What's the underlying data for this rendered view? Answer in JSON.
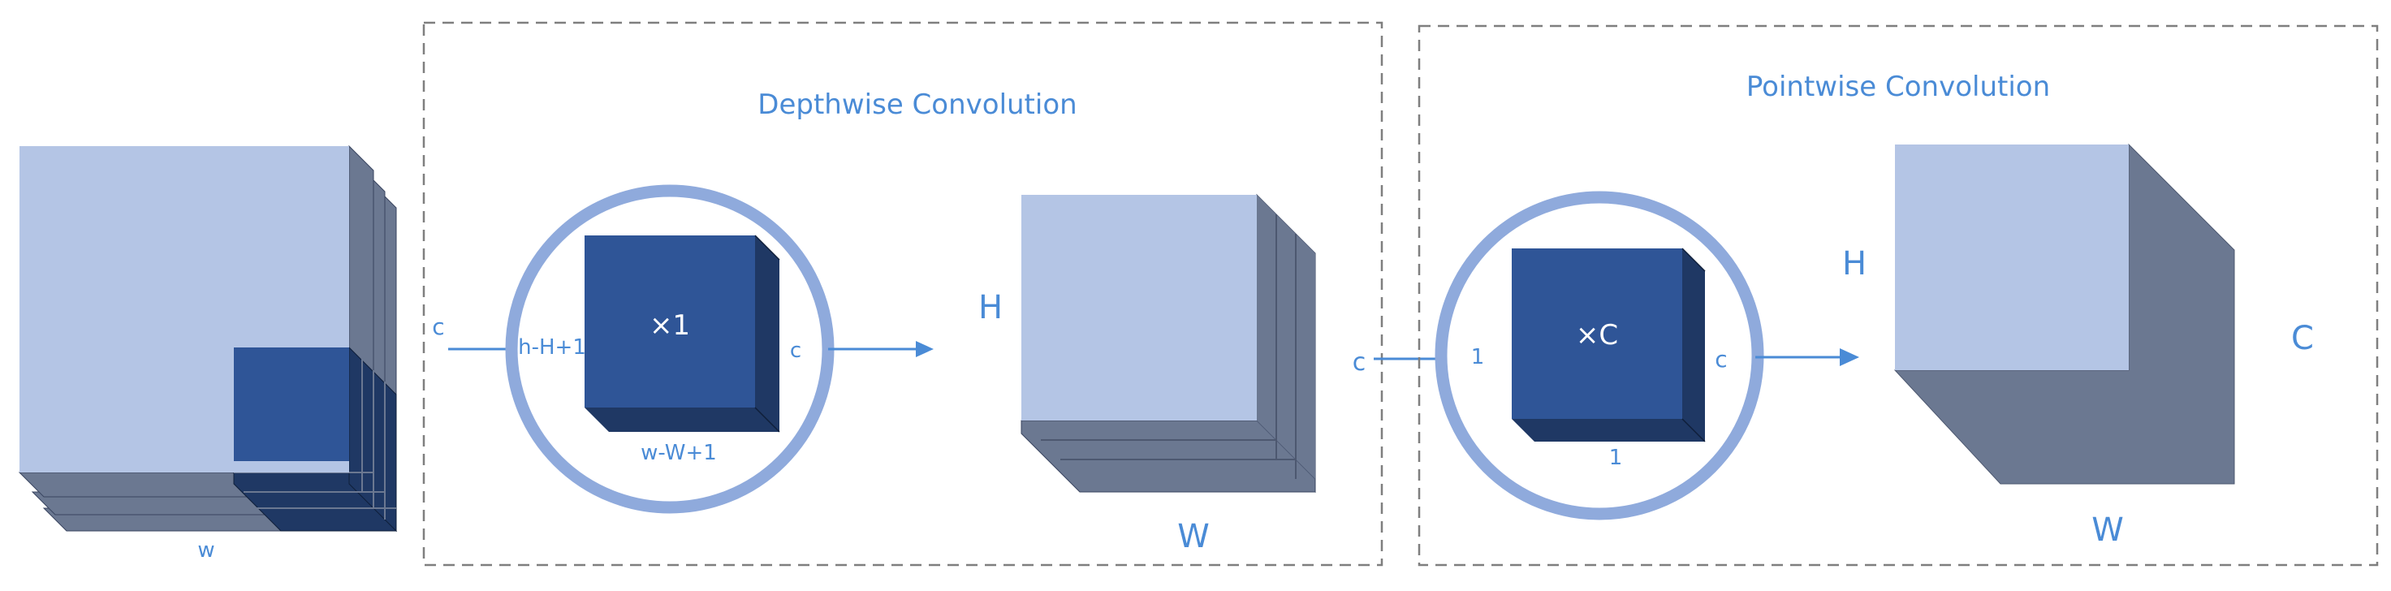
{
  "colors": {
    "light_face": "#b4c5e5",
    "dark_blue": "#2f5597",
    "navy": "#1f3864",
    "gray_side": "#6b7891",
    "label": "#4a8bd6",
    "circle": "#8faadc",
    "dashed_border": "#7f7f7f"
  },
  "input": {
    "width_label": "w",
    "channel_label": "c"
  },
  "depthwise": {
    "title": "Depthwise Convolution",
    "kernel_label": "×1",
    "kernel_height_label": "h-H+1",
    "kernel_width_label": "w-W+1",
    "kernel_channel_label": "c",
    "output_height_label": "H",
    "output_width_label": "W",
    "output_channel_label": "c"
  },
  "pointwise": {
    "title": "Pointwise Convolution",
    "kernel_label": "×C",
    "kernel_height_label": "1",
    "kernel_width_label": "1",
    "kernel_channel_label": "c",
    "output_height_label": "H",
    "output_width_label": "W",
    "output_channel_label": "C"
  }
}
